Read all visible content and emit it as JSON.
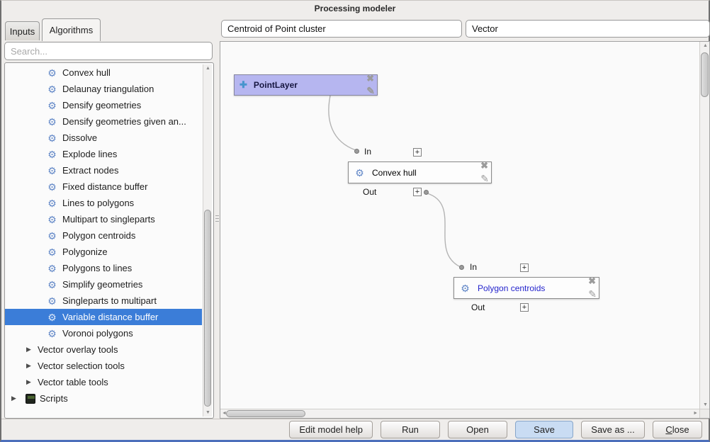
{
  "window": {
    "title": "Processing modeler"
  },
  "header": {
    "model_name": "Centroid of Point cluster",
    "model_group": "Vector"
  },
  "sidebar": {
    "tabs": [
      {
        "label": "Inputs",
        "active": false
      },
      {
        "label": "Algorithms",
        "active": true
      }
    ],
    "search_placeholder": "Search...",
    "items": [
      {
        "label": "Convex hull",
        "type": "algorithm",
        "selected": false
      },
      {
        "label": "Delaunay triangulation",
        "type": "algorithm",
        "selected": false
      },
      {
        "label": "Densify geometries",
        "type": "algorithm",
        "selected": false
      },
      {
        "label": "Densify geometries given an...",
        "type": "algorithm",
        "selected": false
      },
      {
        "label": "Dissolve",
        "type": "algorithm",
        "selected": false
      },
      {
        "label": "Explode lines",
        "type": "algorithm",
        "selected": false
      },
      {
        "label": "Extract nodes",
        "type": "algorithm",
        "selected": false
      },
      {
        "label": "Fixed distance buffer",
        "type": "algorithm",
        "selected": false
      },
      {
        "label": "Lines to polygons",
        "type": "algorithm",
        "selected": false
      },
      {
        "label": "Multipart to singleparts",
        "type": "algorithm",
        "selected": false
      },
      {
        "label": "Polygon centroids",
        "type": "algorithm",
        "selected": false
      },
      {
        "label": "Polygonize",
        "type": "algorithm",
        "selected": false
      },
      {
        "label": "Polygons to lines",
        "type": "algorithm",
        "selected": false
      },
      {
        "label": "Simplify geometries",
        "type": "algorithm",
        "selected": false
      },
      {
        "label": "Singleparts to multipart",
        "type": "algorithm",
        "selected": false
      },
      {
        "label": "Variable distance buffer",
        "type": "algorithm",
        "selected": true
      },
      {
        "label": "Voronoi polygons",
        "type": "algorithm",
        "selected": false
      },
      {
        "label": "Vector overlay tools",
        "type": "group",
        "selected": false
      },
      {
        "label": "Vector selection tools",
        "type": "group",
        "selected": false
      },
      {
        "label": "Vector table tools",
        "type": "group",
        "selected": false
      },
      {
        "label": "Scripts",
        "type": "scripts-group",
        "selected": false
      }
    ]
  },
  "canvas": {
    "in_label": "In",
    "out_label": "Out",
    "nodes": [
      {
        "name": "PointLayer",
        "type": "input-layer"
      },
      {
        "name": "Convex hull",
        "type": "algorithm"
      },
      {
        "name": "Polygon centroids",
        "type": "algorithm"
      }
    ]
  },
  "footer": {
    "buttons": [
      "Edit model help",
      "Run",
      "Open",
      "Save",
      "Save as ...",
      "Close"
    ]
  },
  "icons": {
    "gear": "⚙",
    "plus_layer": "✚",
    "delete_x": "✖",
    "pencil": "✎",
    "expander": "+",
    "tree_arrow": "▶"
  },
  "colors": {
    "selection_blue": "#3b7dd8",
    "input_node_fill": "#b6b6f0",
    "save_button_fill": "#c9dcf3",
    "gear_blue": "#6187c7",
    "canvas_link": "#b3b3b3",
    "window_bottom_border": "#4c6fbb"
  }
}
